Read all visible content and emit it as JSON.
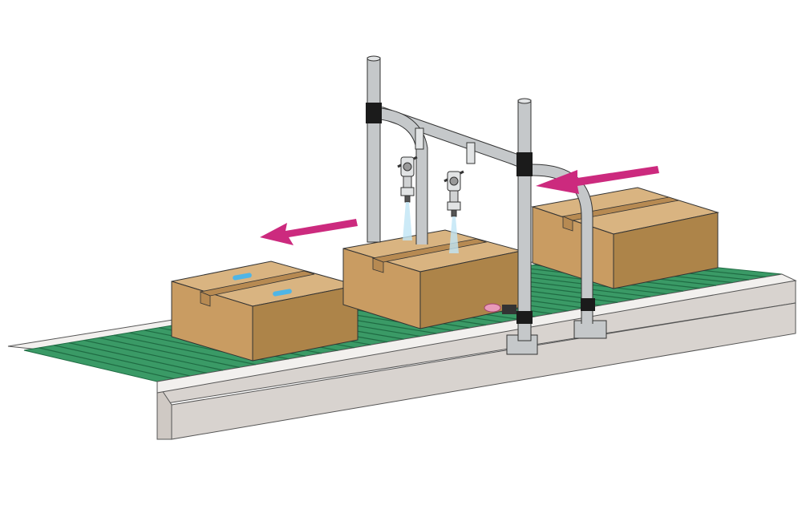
{
  "illustration": {
    "kind": "conveyor-spray-system",
    "direction_of_travel": "right-to-left",
    "colors": {
      "background": "#ffffff",
      "belt": "#3a9a66",
      "belt_slats": "#1f6b43",
      "rail_top": "#f2f0ee",
      "rail_side": "#d8d3cf",
      "box_top": "#d9b481",
      "box_front": "#c99c62",
      "box_side": "#ad8449",
      "tape": "#b78a52",
      "label_blue": "#4fb5e6",
      "pipe": "#c5c8ca",
      "joint": "#1b1b1b",
      "arrow": "#cc2a7e",
      "sensor": "#e89ab9"
    },
    "boxes": [
      {
        "id": "box-exit",
        "has_label": true
      },
      {
        "id": "box-spraying",
        "has_label": false
      },
      {
        "id": "box-incoming",
        "has_label": false
      }
    ],
    "spray_guns": 2,
    "arrows": [
      "outgoing-arrow",
      "incoming-arrow"
    ]
  }
}
